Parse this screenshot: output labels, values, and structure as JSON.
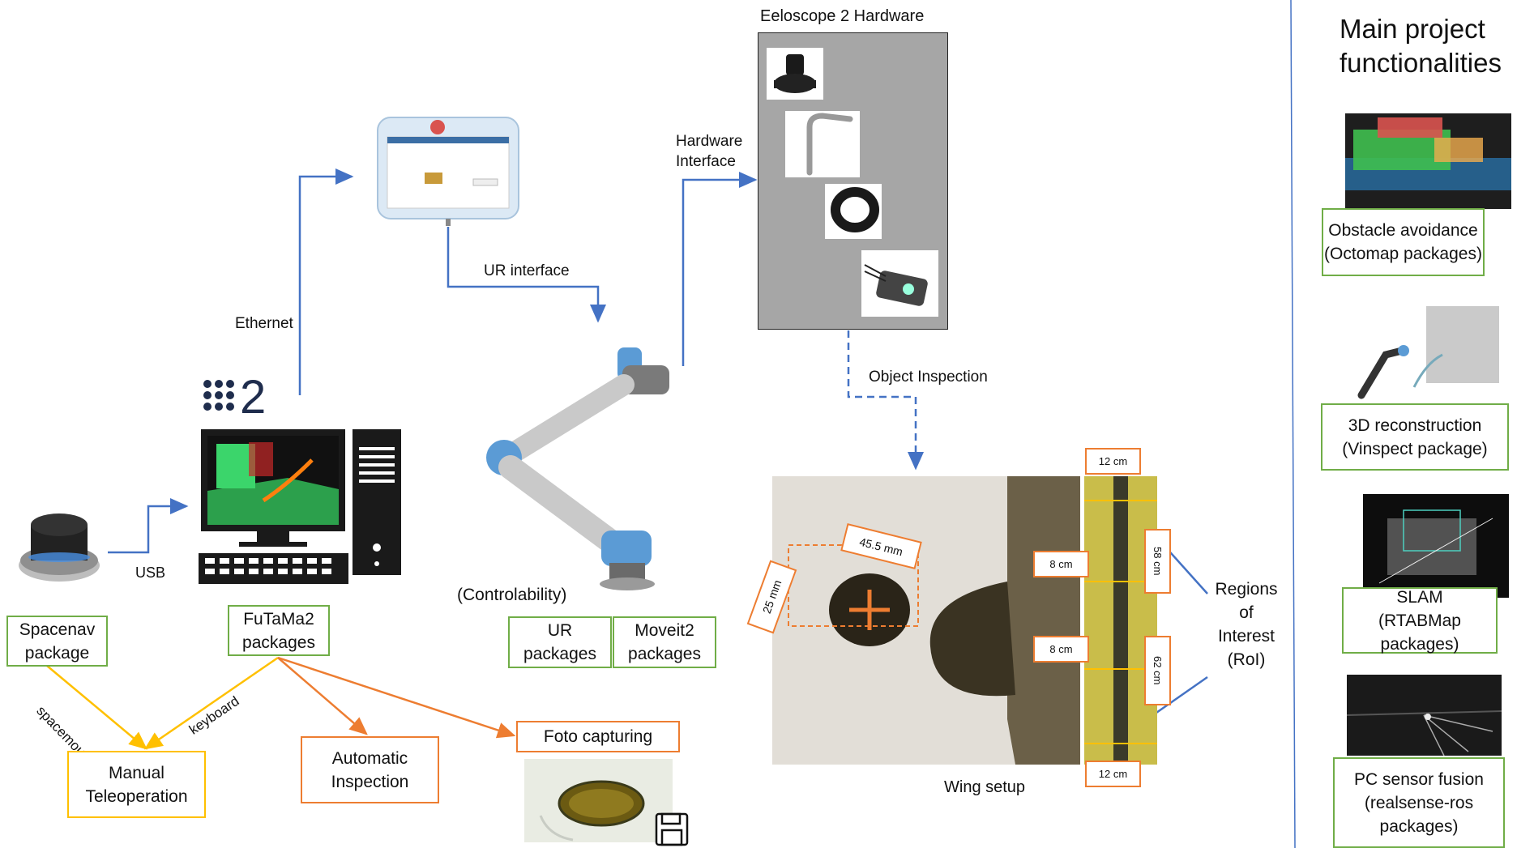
{
  "hardware": {
    "title": "Eeloscope 2 Hardware",
    "interface_label_line1": "Hardware",
    "interface_label_line2": "Interface",
    "object_inspection": "Object Inspection"
  },
  "connections": {
    "ur_interface": "UR interface",
    "ethernet": "Ethernet",
    "usb": "USB",
    "spacemouse": "spacemouse",
    "keyboard": "keyboard"
  },
  "logo_text": "2",
  "robot": {
    "caption": "(Controlability)",
    "ur_packages": "UR\npackages",
    "moveit_packages": "Moveit2\npackages"
  },
  "packages": {
    "spacenav": "Spacenav\npackage",
    "futama": "FuTaMa2\npackages",
    "manual": "Manual\nTeleoperation",
    "automatic": "Automatic\nInspection",
    "foto": "Foto capturing"
  },
  "wing": {
    "caption": "Wing setup",
    "dim_45": "45.5 mm",
    "dim_25": "25 mm",
    "top_12": "12 cm",
    "bottom_12": "12 cm",
    "dim_8a": "8 cm",
    "dim_8b": "8 cm",
    "dim_58": "58 cm",
    "dim_62": "62 cm",
    "roi": "Regions\nof\nInterest\n(RoI)"
  },
  "functionalities": {
    "title": "Main project\nfunctionalities",
    "items": [
      {
        "label": "Obstacle avoidance\n(Octomap packages)"
      },
      {
        "label": "3D reconstruction\n(Vinspect package)"
      },
      {
        "label": "SLAM\n(RTABMap\npackages)"
      },
      {
        "label": "PC sensor fusion\n(realsense-ros\npackages)"
      }
    ]
  },
  "colors": {
    "blue": "#4472c4",
    "green": "#70ad47",
    "yellow": "#ffc000",
    "orange": "#ed7d31"
  }
}
